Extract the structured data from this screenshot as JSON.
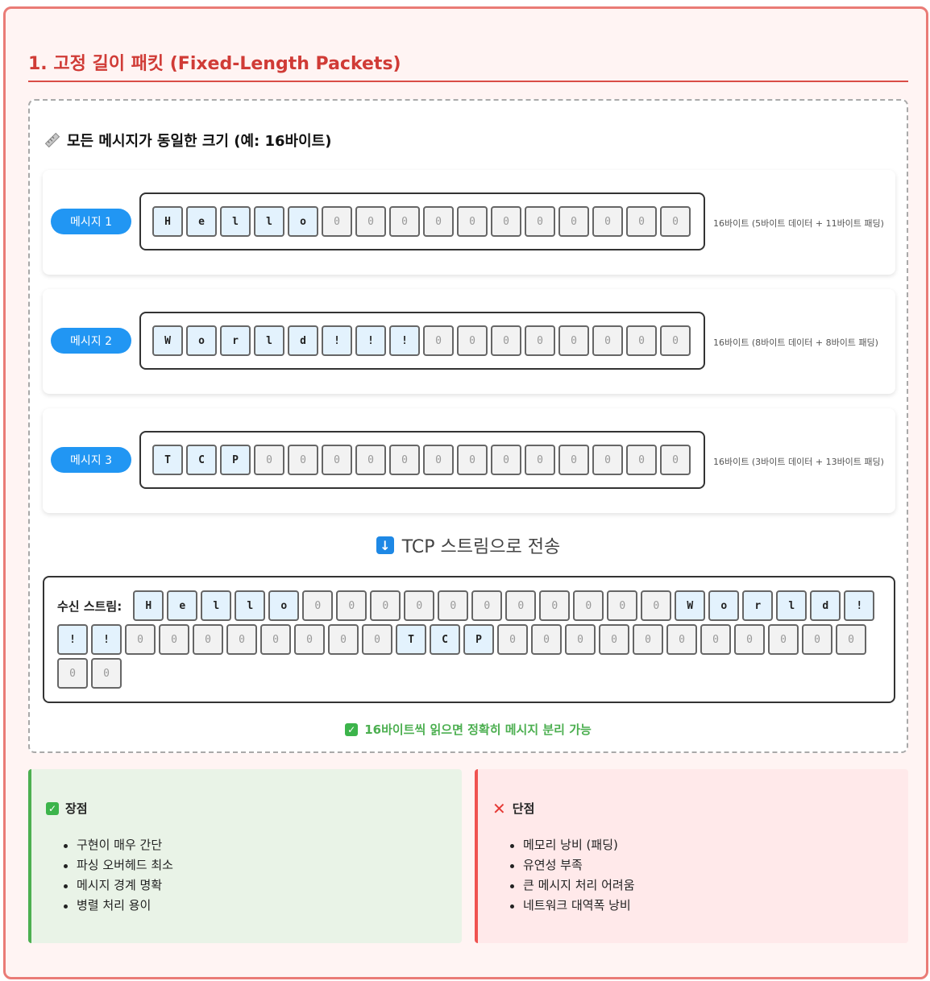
{
  "section": {
    "title": "1. 고정 길이 패킷 (Fixed-Length Packets)"
  },
  "demo": {
    "title": "모든 메시지가 동일한 크기 (예: 16바이트)",
    "title_icon": "ruler-icon",
    "messages": [
      {
        "label": "메시지 1",
        "bytes": [
          "H",
          "e",
          "l",
          "l",
          "o",
          "0",
          "0",
          "0",
          "0",
          "0",
          "0",
          "0",
          "0",
          "0",
          "0",
          "0"
        ],
        "data_count": 5,
        "note": "16바이트 (5바이트 데이터 + 11바이트 패딩)"
      },
      {
        "label": "메시지 2",
        "bytes": [
          "W",
          "o",
          "r",
          "l",
          "d",
          "!",
          "!",
          "!",
          "0",
          "0",
          "0",
          "0",
          "0",
          "0",
          "0",
          "0"
        ],
        "data_count": 8,
        "note": "16바이트 (8바이트 데이터 + 8바이트 패딩)"
      },
      {
        "label": "메시지 3",
        "bytes": [
          "T",
          "C",
          "P",
          "0",
          "0",
          "0",
          "0",
          "0",
          "0",
          "0",
          "0",
          "0",
          "0",
          "0",
          "0",
          "0"
        ],
        "data_count": 3,
        "note": "16바이트 (3바이트 데이터 + 13바이트 패딩)"
      }
    ],
    "transfer_text": "TCP 스트림으로 전송",
    "transfer_icon": "down-arrow-icon",
    "stream": {
      "label": "수신 스트림:"
    },
    "result_text": "16바이트씩 읽으면 정확히 메시지 분리 가능",
    "result_icon": "check-icon"
  },
  "pros": {
    "title": "장점",
    "icon": "check-icon",
    "items": [
      "구현이 매우 간단",
      "파싱 오버헤드 최소",
      "메시지 경계 명확",
      "병렬 처리 용이"
    ]
  },
  "cons": {
    "title": "단점",
    "icon": "x-icon",
    "items": [
      "메모리 낭비 (패딩)",
      "유연성 부족",
      "큰 메시지 처리 어려움",
      "네트워크 대역폭 낭비"
    ]
  },
  "colors": {
    "accent": "#d03b36",
    "label_blue": "#2196f3",
    "data_byte": "#e3f2fd",
    "pad_byte": "#f2f2f2",
    "pros_border": "#4caf50",
    "cons_border": "#ef5350"
  }
}
